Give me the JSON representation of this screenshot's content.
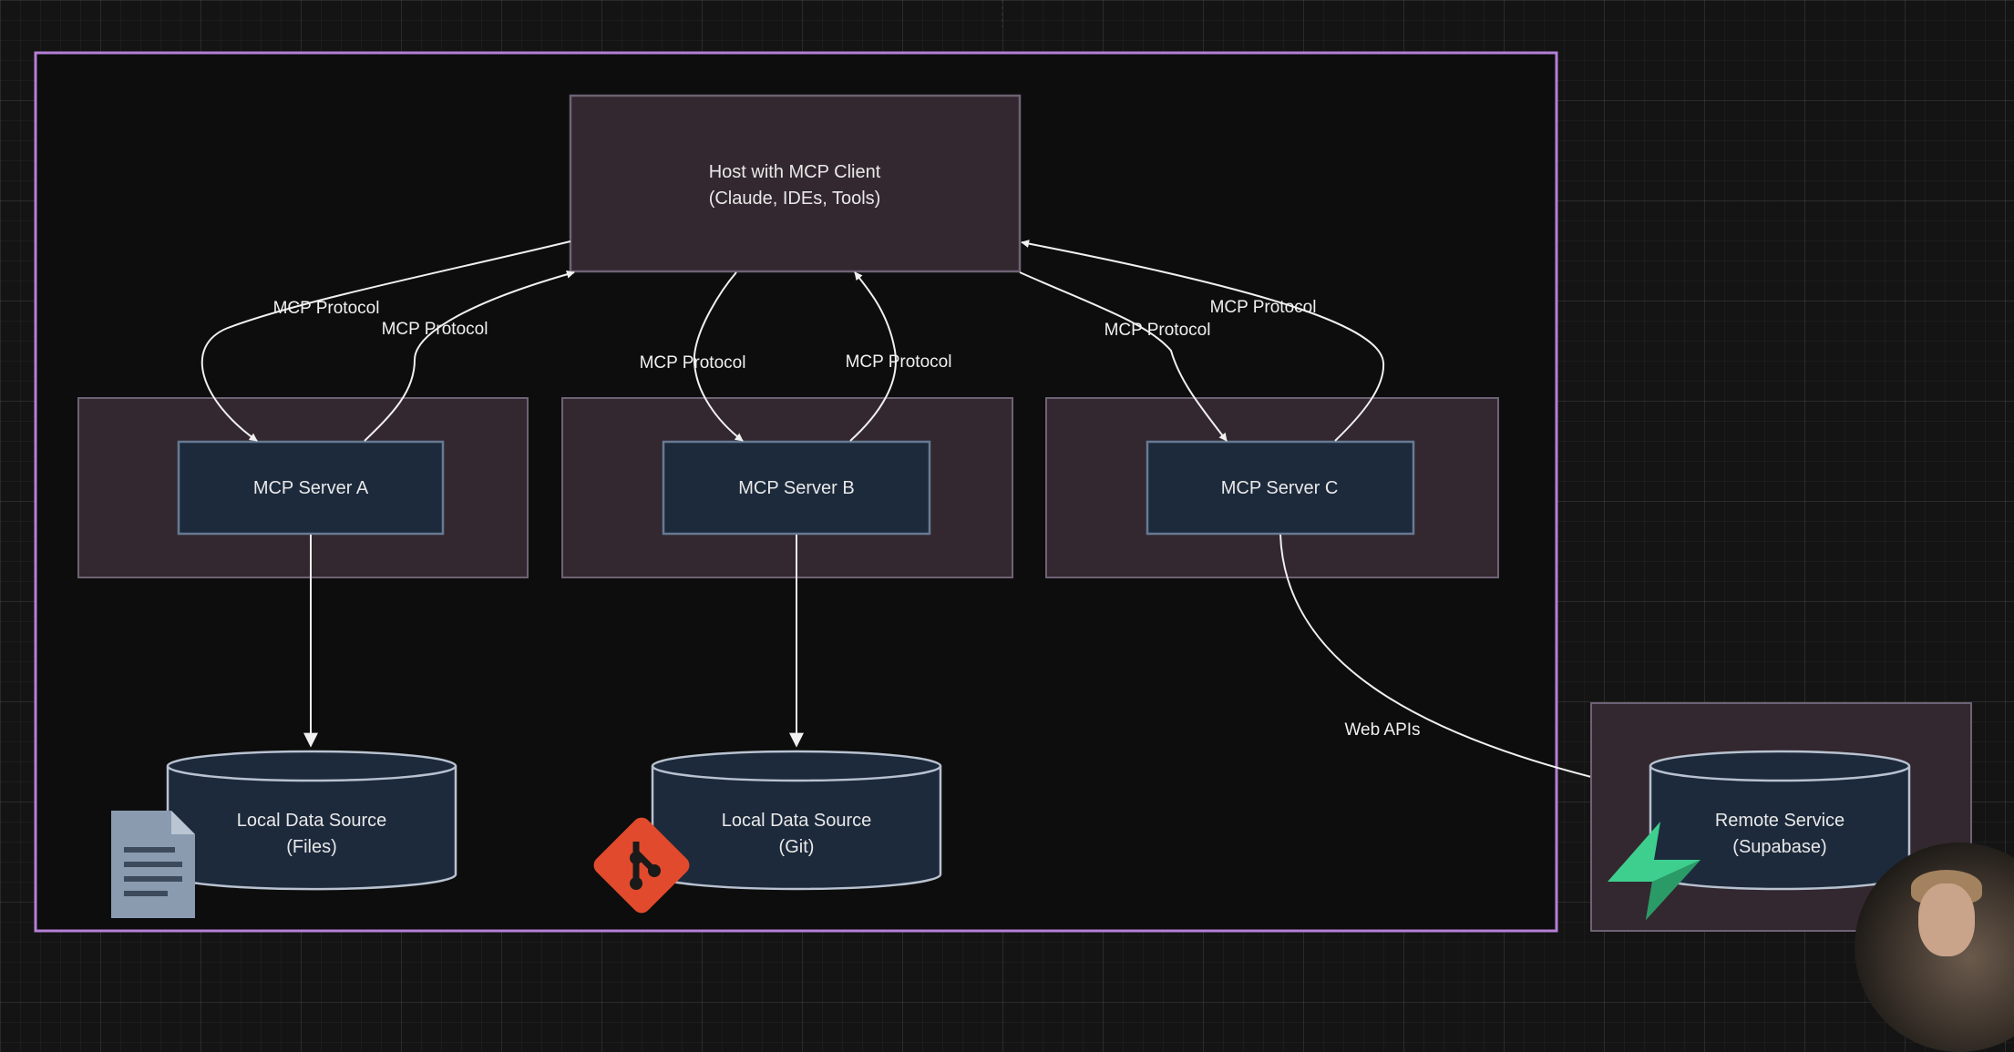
{
  "diagram": {
    "host": {
      "line1": "Host with MCP Client",
      "line2": "(Claude, IDEs, Tools)"
    },
    "servers": [
      {
        "label": "MCP Server A"
      },
      {
        "label": "MCP Server B"
      },
      {
        "label": "MCP Server C"
      }
    ],
    "protocol_label": "MCP Protocol",
    "data_sources": [
      {
        "line1": "Local Data Source",
        "line2": "(Files)",
        "icon": "file-document-icon"
      },
      {
        "line1": "Local Data Source",
        "line2": "(Git)",
        "icon": "git-icon"
      }
    ],
    "remote": {
      "line1": "Remote Service",
      "line2": "(Supabase)",
      "icon": "supabase-icon"
    },
    "web_api_label": "Web APIs"
  },
  "colors": {
    "frame_border": "#b57fd6",
    "cluster_fill": "#33282f",
    "server_fill": "#1d2a3c",
    "server_border": "#667a94",
    "edge": "#f0f0f0",
    "git": "#e14a2c",
    "supabase": "#3ecf8e",
    "file_icon": "#8a9bb0"
  }
}
